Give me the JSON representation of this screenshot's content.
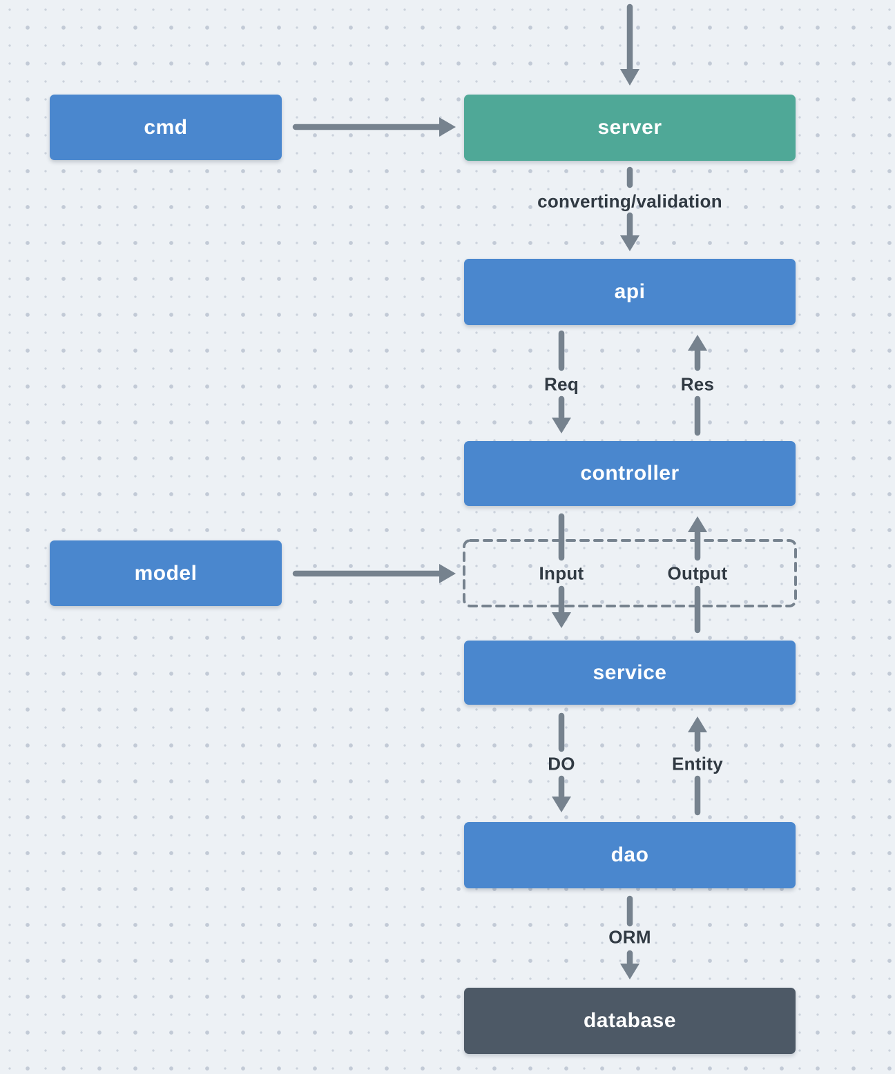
{
  "colors": {
    "background": "#EDF1F5",
    "node_blue": "#4A87CE",
    "node_teal": "#4FA897",
    "node_dark": "#4D5966",
    "arrow_gray": "#76828E",
    "label_text": "#313A43",
    "node_text": "#FFFFFF"
  },
  "diagram": {
    "nodes": {
      "cmd": {
        "label": "cmd",
        "color": "blue"
      },
      "server": {
        "label": "server",
        "color": "teal"
      },
      "api": {
        "label": "api",
        "color": "blue"
      },
      "controller": {
        "label": "controller",
        "color": "blue"
      },
      "model": {
        "label": "model",
        "color": "blue"
      },
      "service": {
        "label": "service",
        "color": "blue"
      },
      "dao": {
        "label": "dao",
        "color": "blue"
      },
      "database": {
        "label": "database",
        "color": "dark"
      }
    },
    "edges": [
      {
        "from": "start",
        "to": "server",
        "label": ""
      },
      {
        "from": "cmd",
        "to": "server",
        "label": ""
      },
      {
        "from": "server",
        "to": "api",
        "label": "converting/validation"
      },
      {
        "from": "api",
        "to": "controller",
        "label": "Req"
      },
      {
        "from": "controller",
        "to": "api",
        "label": "Res"
      },
      {
        "from": "controller",
        "to": "service",
        "label": "Input"
      },
      {
        "from": "service",
        "to": "controller",
        "label": "Output"
      },
      {
        "from": "model",
        "to": "io-boundary",
        "label": ""
      },
      {
        "from": "service",
        "to": "dao",
        "label": "DO"
      },
      {
        "from": "dao",
        "to": "service",
        "label": "Entity"
      },
      {
        "from": "dao",
        "to": "database",
        "label": "ORM"
      }
    ]
  }
}
